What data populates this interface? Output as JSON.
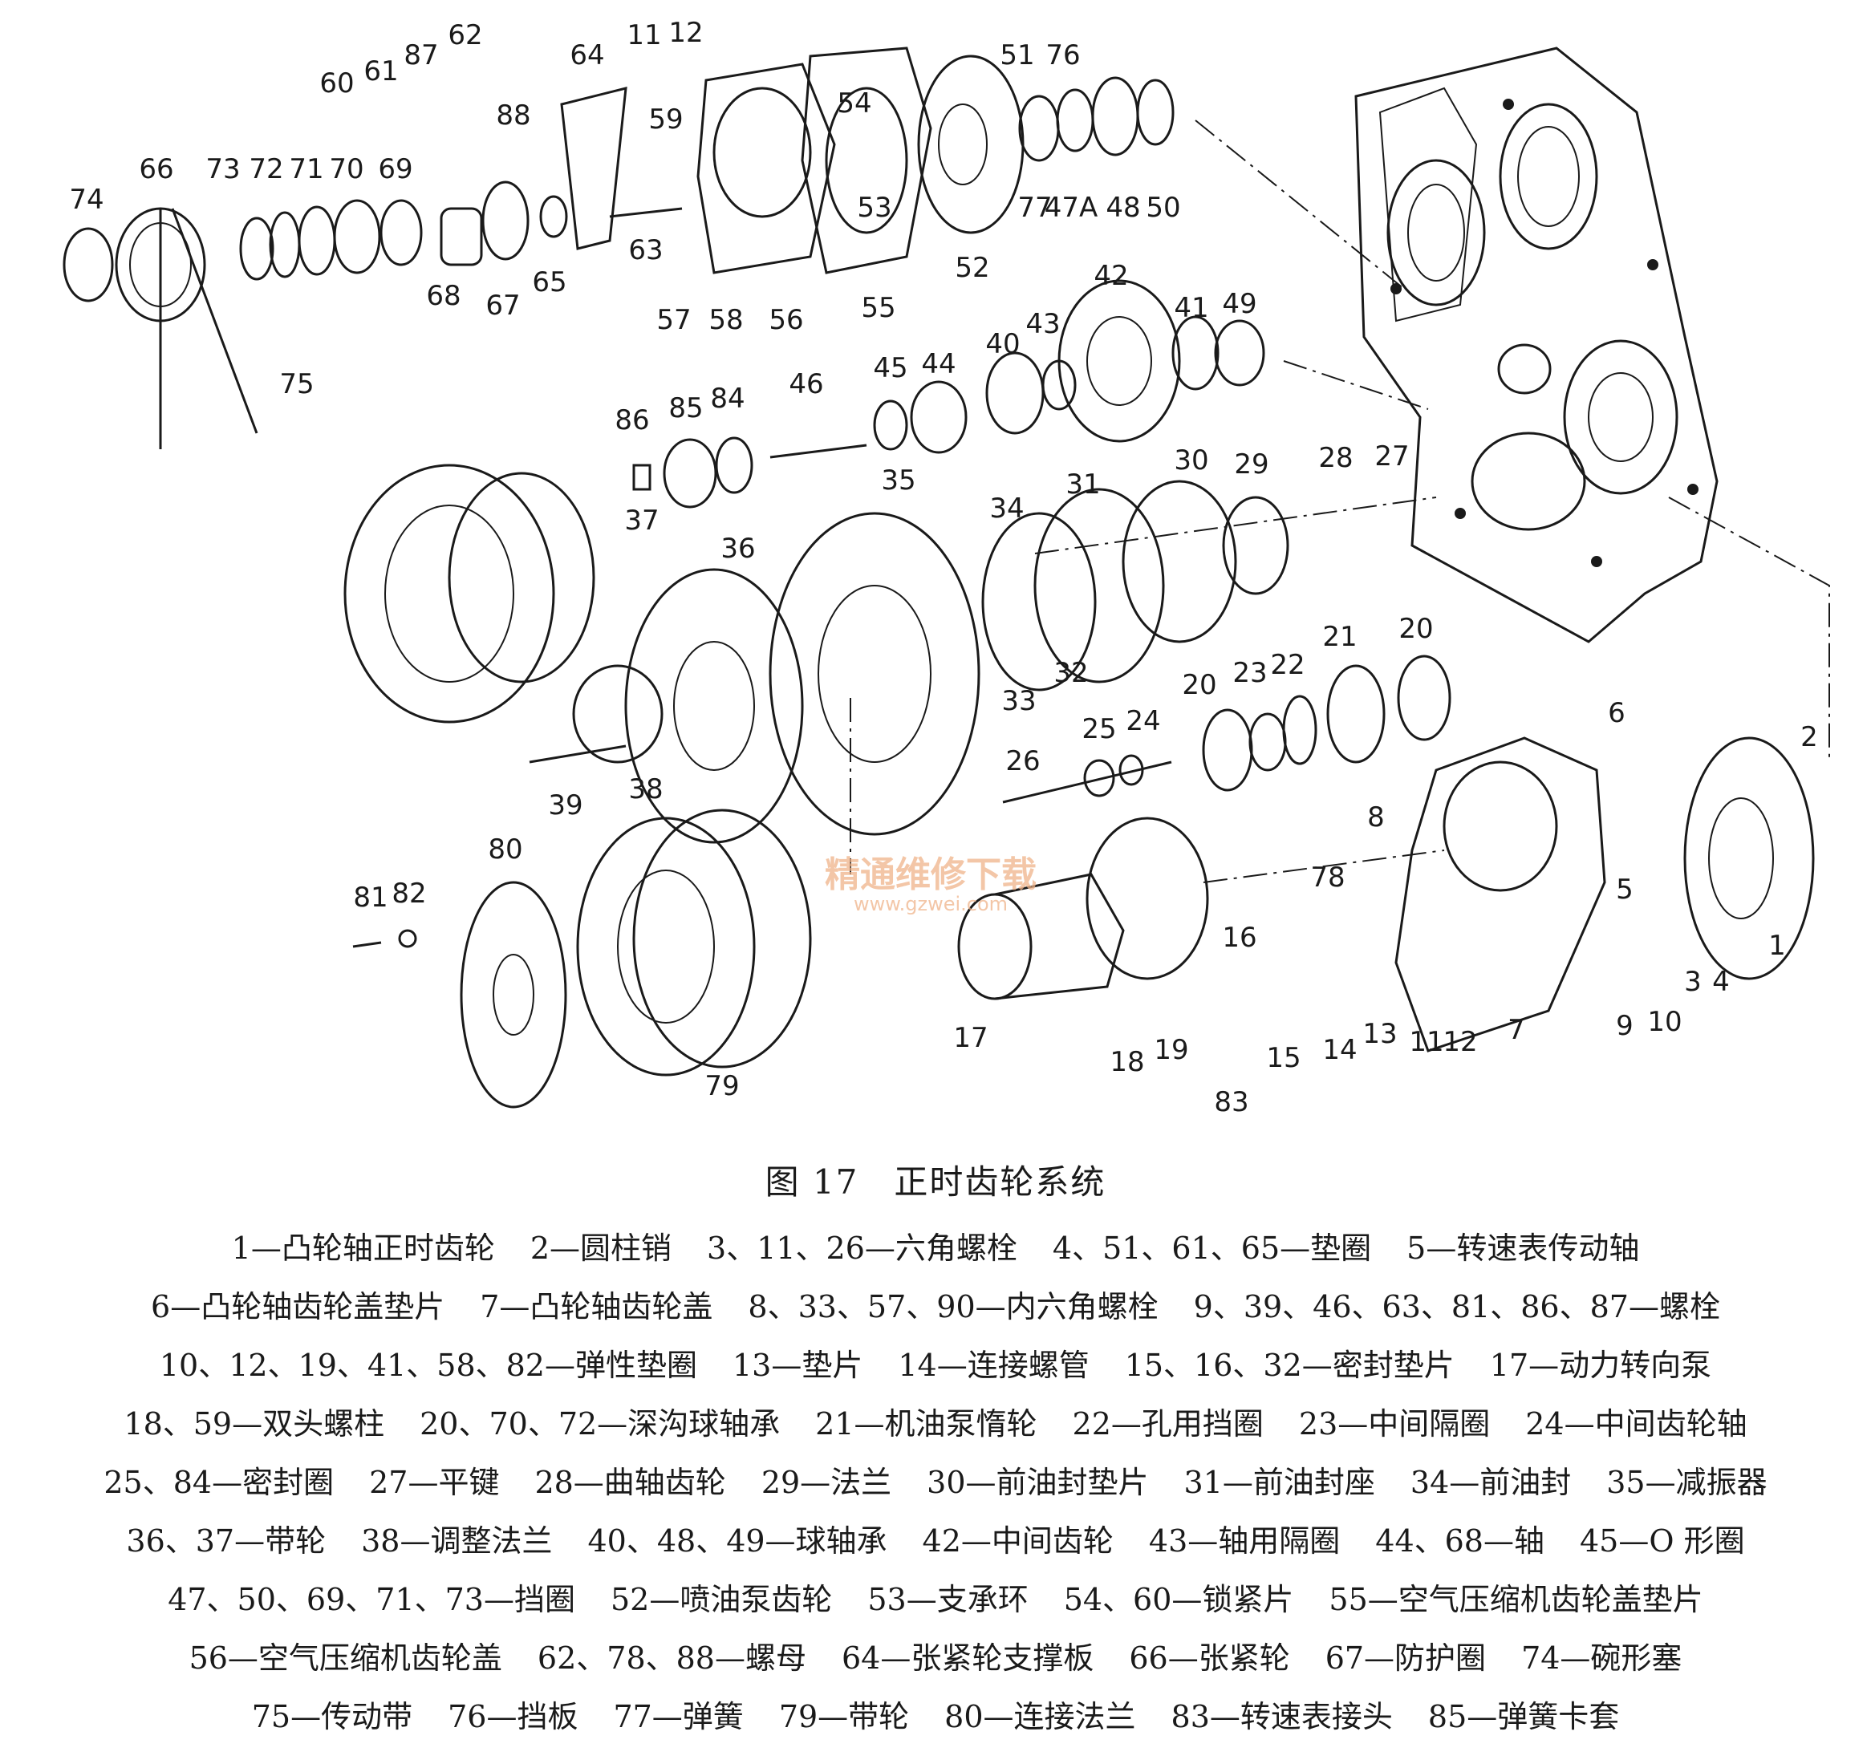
{
  "figure": {
    "caption": "图 17　正时齿轮系统",
    "watermark": {
      "cn": "精通维修下载",
      "url": "www.gzwei.com"
    }
  },
  "callouts": [
    {
      "n": "1"
    },
    {
      "n": "2"
    },
    {
      "n": "3"
    },
    {
      "n": "4"
    },
    {
      "n": "5"
    },
    {
      "n": "6"
    },
    {
      "n": "7"
    },
    {
      "n": "8"
    },
    {
      "n": "9"
    },
    {
      "n": "10"
    },
    {
      "n": "11"
    },
    {
      "n": "12"
    },
    {
      "n": "11"
    },
    {
      "n": "12"
    },
    {
      "n": "13"
    },
    {
      "n": "14"
    },
    {
      "n": "15"
    },
    {
      "n": "16"
    },
    {
      "n": "17"
    },
    {
      "n": "18"
    },
    {
      "n": "19"
    },
    {
      "n": "20"
    },
    {
      "n": "20"
    },
    {
      "n": "21"
    },
    {
      "n": "22"
    },
    {
      "n": "23"
    },
    {
      "n": "24"
    },
    {
      "n": "25"
    },
    {
      "n": "26"
    },
    {
      "n": "27"
    },
    {
      "n": "28"
    },
    {
      "n": "29"
    },
    {
      "n": "30"
    },
    {
      "n": "31"
    },
    {
      "n": "32"
    },
    {
      "n": "33"
    },
    {
      "n": "34"
    },
    {
      "n": "35"
    },
    {
      "n": "36"
    },
    {
      "n": "37"
    },
    {
      "n": "38"
    },
    {
      "n": "39"
    },
    {
      "n": "40"
    },
    {
      "n": "41"
    },
    {
      "n": "42"
    },
    {
      "n": "43"
    },
    {
      "n": "44"
    },
    {
      "n": "45"
    },
    {
      "n": "46"
    },
    {
      "n": "47A"
    },
    {
      "n": "48"
    },
    {
      "n": "49"
    },
    {
      "n": "50"
    },
    {
      "n": "51"
    },
    {
      "n": "52"
    },
    {
      "n": "53"
    },
    {
      "n": "54"
    },
    {
      "n": "55"
    },
    {
      "n": "56"
    },
    {
      "n": "57"
    },
    {
      "n": "58"
    },
    {
      "n": "59"
    },
    {
      "n": "60"
    },
    {
      "n": "61"
    },
    {
      "n": "62"
    },
    {
      "n": "63"
    },
    {
      "n": "64"
    },
    {
      "n": "65"
    },
    {
      "n": "66"
    },
    {
      "n": "67"
    },
    {
      "n": "68"
    },
    {
      "n": "69"
    },
    {
      "n": "70"
    },
    {
      "n": "71"
    },
    {
      "n": "72"
    },
    {
      "n": "73"
    },
    {
      "n": "74"
    },
    {
      "n": "75"
    },
    {
      "n": "76"
    },
    {
      "n": "77"
    },
    {
      "n": "78"
    },
    {
      "n": "79"
    },
    {
      "n": "80"
    },
    {
      "n": "81"
    },
    {
      "n": "82"
    },
    {
      "n": "83"
    },
    {
      "n": "84"
    },
    {
      "n": "85"
    },
    {
      "n": "86"
    },
    {
      "n": "87"
    },
    {
      "n": "88"
    }
  ],
  "legend": [
    [
      "1—凸轮轴正时齿轮",
      "2—圆柱销",
      "3、11、26—六角螺栓",
      "4、51、61、65—垫圈",
      "5—转速表传动轴"
    ],
    [
      "6—凸轮轴齿轮盖垫片",
      "7—凸轮轴齿轮盖",
      "8、33、57、90—内六角螺栓",
      "9、39、46、63、81、86、87—螺栓"
    ],
    [
      "10、12、19、41、58、82—弹性垫圈",
      "13—垫片",
      "14—连接螺管",
      "15、16、32—密封垫片",
      "17—动力转向泵"
    ],
    [
      "18、59—双头螺柱",
      "20、70、72—深沟球轴承",
      "21—机油泵惰轮",
      "22—孔用挡圈",
      "23—中间隔圈",
      "24—中间齿轮轴"
    ],
    [
      "25、84—密封圈",
      "27—平键",
      "28—曲轴齿轮",
      "29—法兰",
      "30—前油封垫片",
      "31—前油封座",
      "34—前油封",
      "35—减振器"
    ],
    [
      "36、37—带轮",
      "38—调整法兰",
      "40、48、49—球轴承",
      "42—中间齿轮",
      "43—轴用隔圈",
      "44、68—轴",
      "45—O 形圈"
    ],
    [
      "47、50、69、71、73—挡圈",
      "52—喷油泵齿轮",
      "53—支承环",
      "54、60—锁紧片",
      "55—空气压缩机齿轮盖垫片"
    ],
    [
      "56—空气压缩机齿轮盖",
      "62、78、88—螺母",
      "64—张紧轮支撑板",
      "66—张紧轮",
      "67—防护圈",
      "74—碗形塞"
    ],
    [
      "75—传动带",
      "76—挡板",
      "77—弹簧",
      "79—带轮",
      "80—连接法兰",
      "83—转速表接头",
      "85—弹簧卡套"
    ]
  ]
}
